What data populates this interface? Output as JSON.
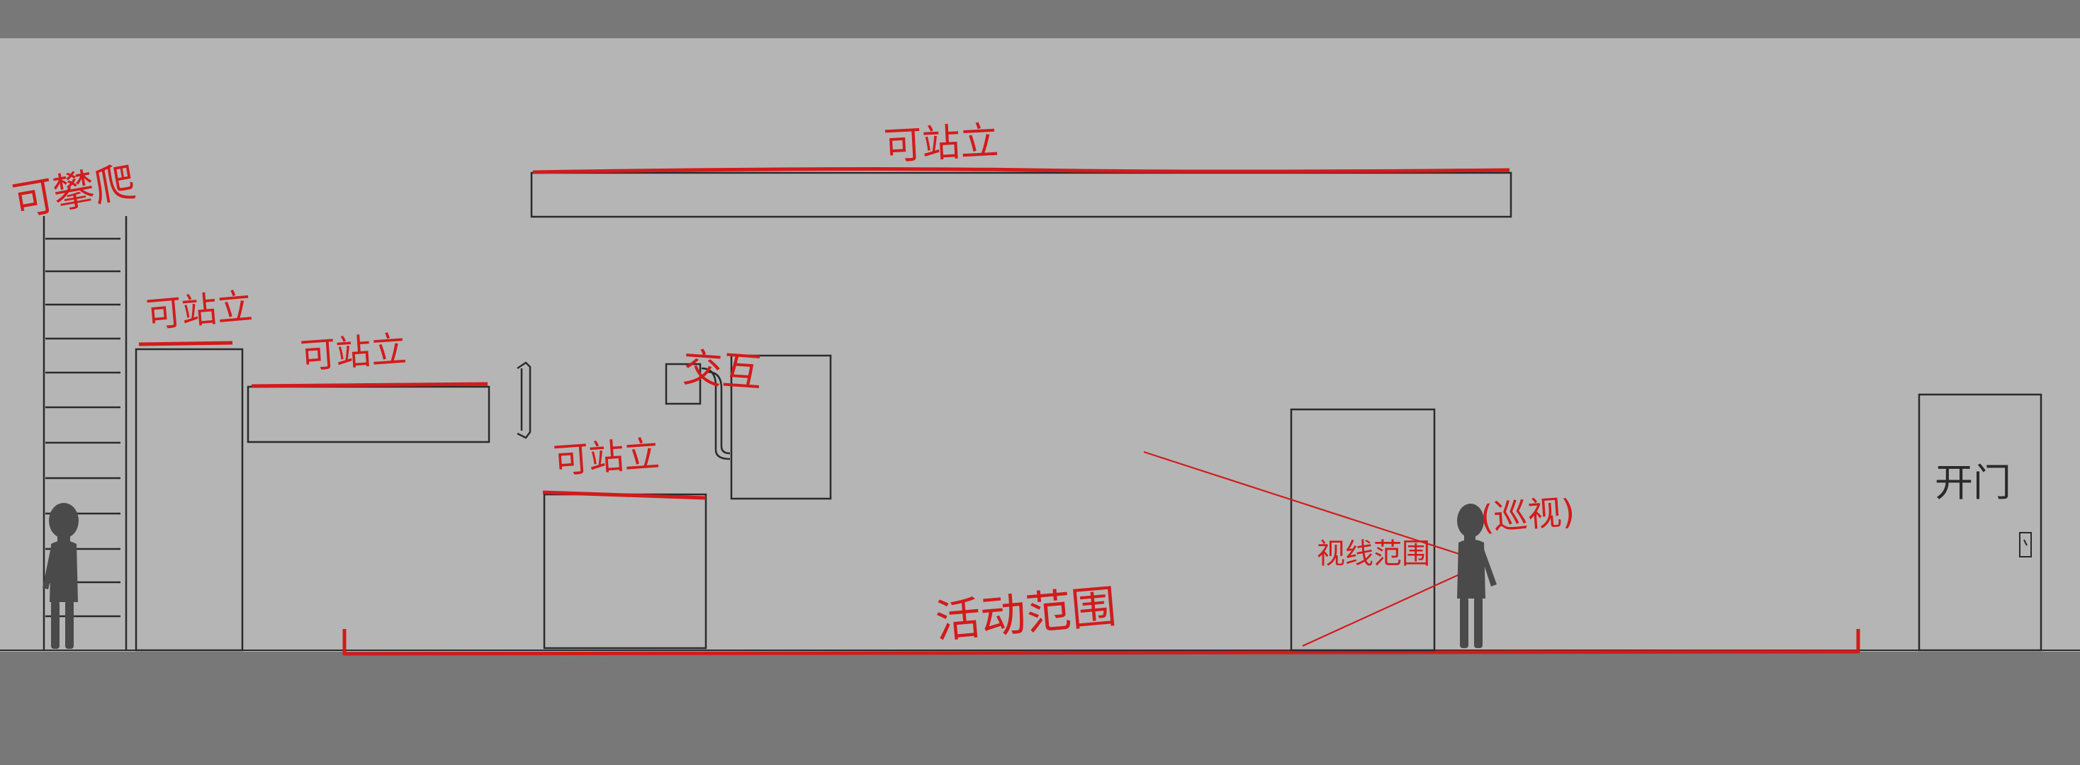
{
  "colors": {
    "frame": "#787878",
    "canvas": "#b5b5b5",
    "ink": "#2a2a2a",
    "annotation": "#d21b1b",
    "figure": "#4a4a4a"
  },
  "labels": {
    "climbable": "可攀爬",
    "standable_top_platform": "可站立",
    "standable_tall_block": "可站立",
    "standable_ledge": "可站立",
    "standable_box": "可站立",
    "interact": "交互",
    "vision_range": "视线范围",
    "patrol": "(巡视)",
    "activity_range": "活动范围",
    "open_door": "开门"
  },
  "icons": {
    "player": "player-figure-icon",
    "guard": "guard-figure-icon",
    "door_handle": "door-handle-icon",
    "wall_handle": "wall-handle-icon"
  }
}
